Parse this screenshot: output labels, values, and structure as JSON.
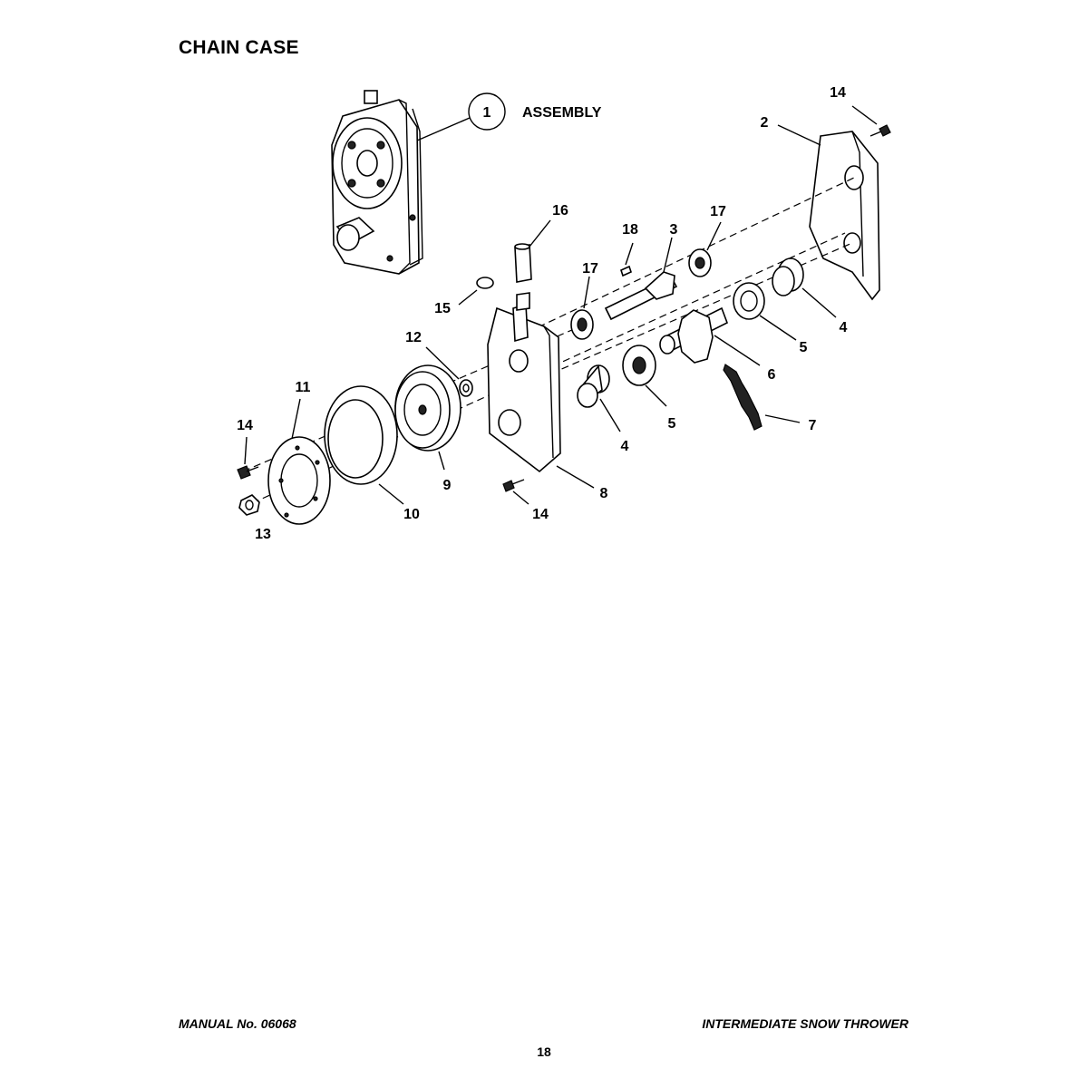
{
  "page": {
    "title": "CHAIN CASE",
    "footer_left": "MANUAL No. 06068",
    "footer_right": "INTERMEDIATE SNOW THROWER",
    "page_number": "18"
  },
  "diagram": {
    "assembly_number": "1",
    "assembly_label": "ASSEMBLY",
    "callouts": {
      "c2": "2",
      "c3": "3",
      "c4a": "4",
      "c4b": "4",
      "c5a": "5",
      "c5b": "5",
      "c6": "6",
      "c7": "7",
      "c8": "8",
      "c9": "9",
      "c10": "10",
      "c11": "11",
      "c12": "12",
      "c13": "13",
      "c14a": "14",
      "c14b": "14",
      "c14c": "14",
      "c15": "15",
      "c16": "16",
      "c17a": "17",
      "c17b": "17",
      "c18": "18"
    }
  }
}
